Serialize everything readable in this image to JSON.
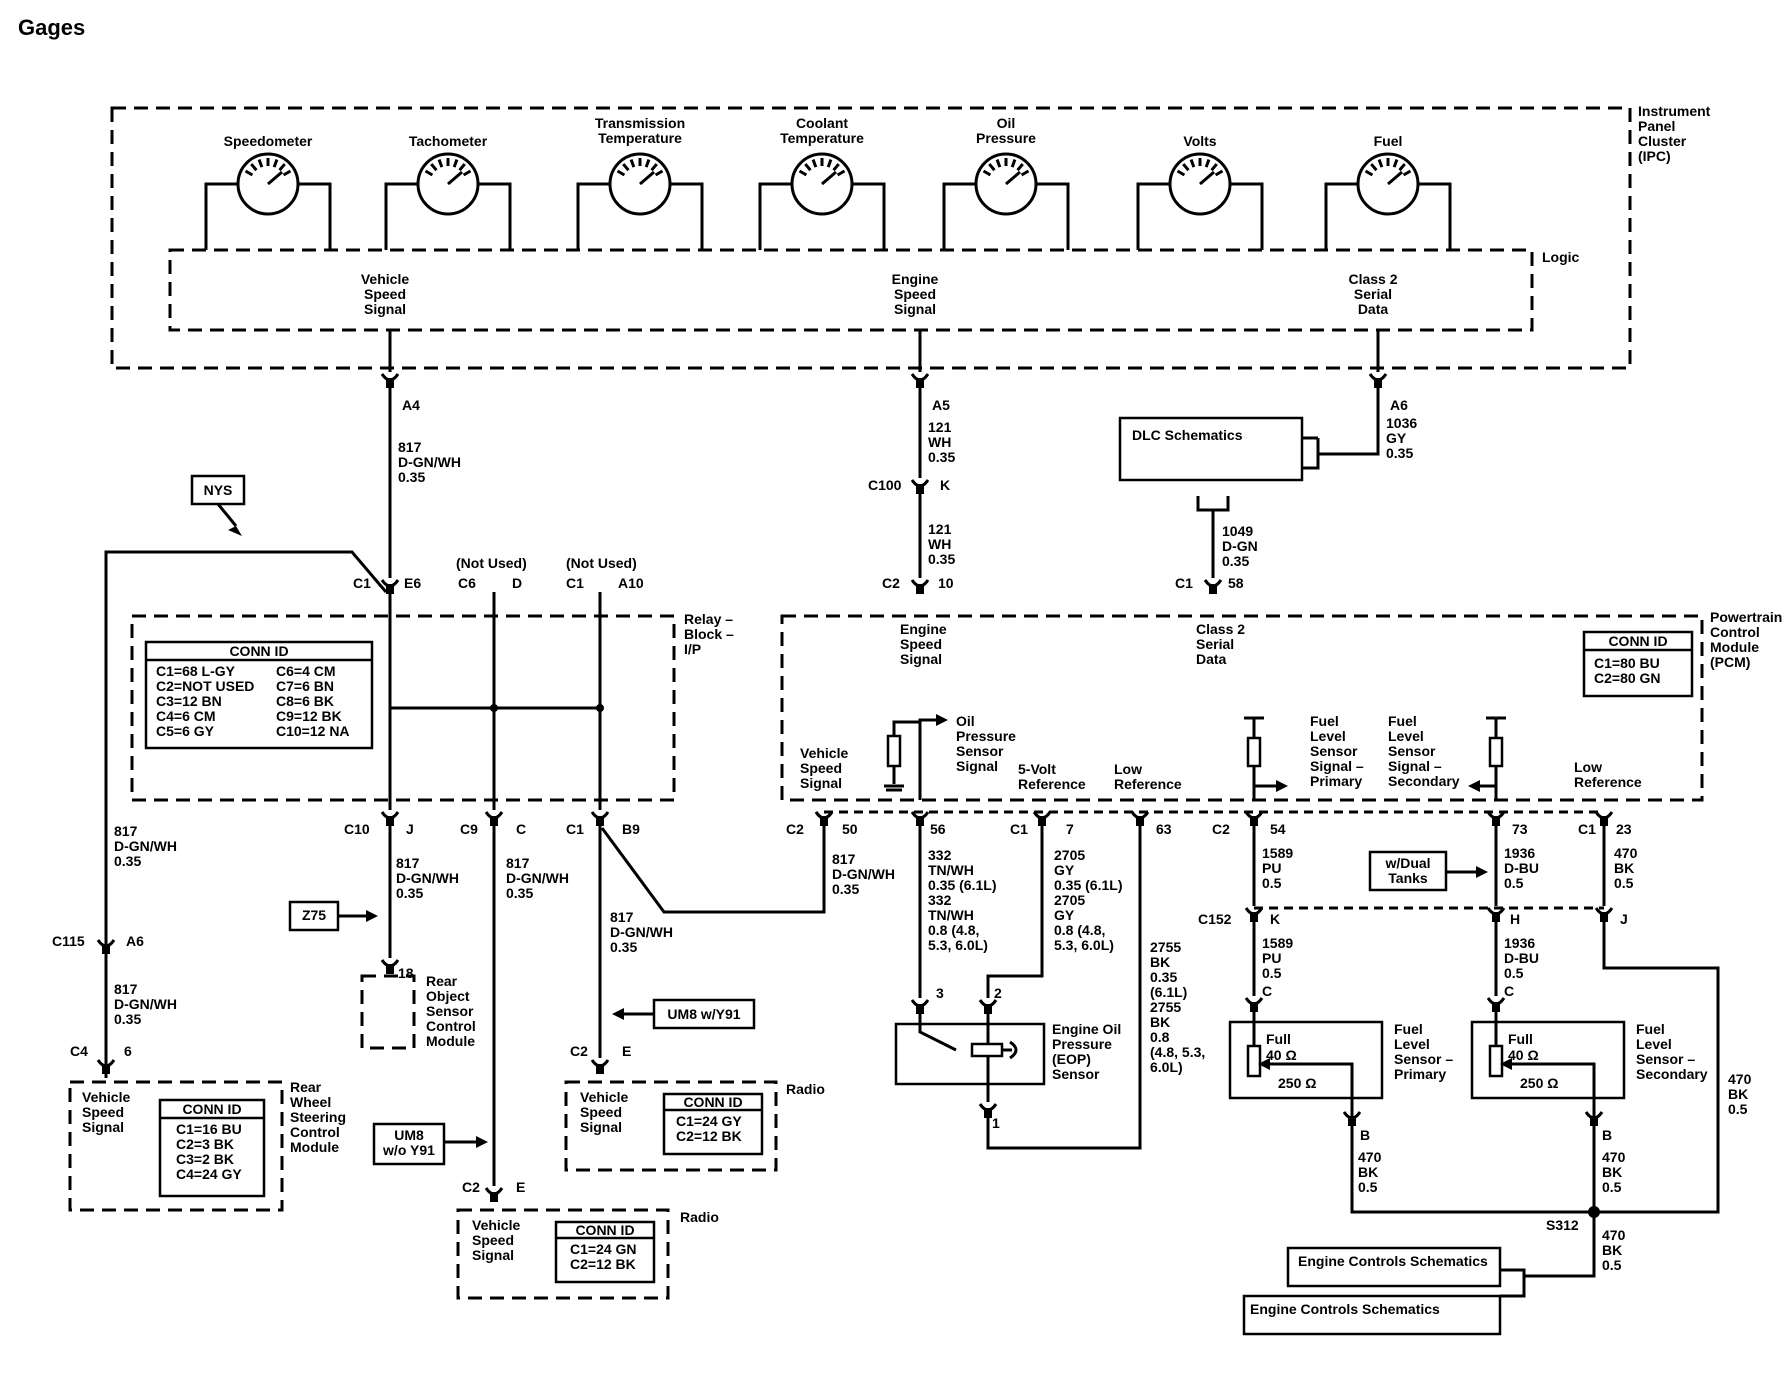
{
  "title": "Gages",
  "ipc": {
    "label": [
      "Instrument",
      "Panel",
      "Cluster",
      "(IPC)"
    ],
    "logic": "Logic",
    "gauges": [
      {
        "label": [
          "Speedometer"
        ]
      },
      {
        "label": [
          "Tachometer"
        ]
      },
      {
        "label": [
          "Transmission",
          "Temperature"
        ]
      },
      {
        "label": [
          "Coolant",
          "Temperature"
        ]
      },
      {
        "label": [
          "Oil",
          "Pressure"
        ]
      },
      {
        "label": [
          "Volts"
        ]
      },
      {
        "label": [
          "Fuel"
        ]
      }
    ],
    "signals": [
      [
        "Vehicle",
        "Speed",
        "Signal"
      ],
      [
        "Engine",
        "Speed",
        "Signal"
      ],
      [
        "Class 2",
        "Serial",
        "Data"
      ]
    ]
  },
  "ipc_pins": {
    "a4": "A4",
    "a5": "A5",
    "a6": "A6"
  },
  "wires": {
    "w817_a4": [
      "817",
      "D-GN/WH",
      "0.35"
    ],
    "w121_a5": [
      "121",
      "WH",
      "0.35"
    ],
    "w1036": [
      "1036",
      "GY",
      "0.35"
    ],
    "w121_k": [
      "121",
      "WH",
      "0.35"
    ],
    "w1049": [
      "1049",
      "D-GN",
      "0.35"
    ],
    "w817_left": [
      "817",
      "D-GN/WH",
      "0.35"
    ],
    "w817_left2": [
      "817",
      "D-GN/WH",
      "0.35"
    ],
    "w817_j": [
      "817",
      "D-GN/WH",
      "0.35"
    ],
    "w817_c9": [
      "817",
      "D-GN/WH",
      "0.35"
    ],
    "w817_b9": [
      "817",
      "D-GN/WH",
      "0.35"
    ],
    "w817_pcm": [
      "817",
      "D-GN/WH",
      "0.35"
    ],
    "w332": [
      "332",
      "TN/WH",
      "0.35 (6.1L)",
      "332",
      "TN/WH",
      "0.8 (4.8,",
      "5.3, 6.0L)"
    ],
    "w2705": [
      "2705",
      "GY",
      "0.35 (6.1L)",
      "2705",
      "GY",
      "0.8 (4.8,",
      "5.3, 6.0L)"
    ],
    "w2755": [
      "2755",
      "BK",
      "0.35",
      "(6.1L)",
      "2755",
      "BK",
      "0.8",
      "(4.8, 5.3,",
      "6.0L)"
    ],
    "w1589a": [
      "1589",
      "PU",
      "0.5"
    ],
    "w1589b": [
      "1589",
      "PU",
      "0.5"
    ],
    "w1936a": [
      "1936",
      "D-BU",
      "0.5"
    ],
    "w1936b": [
      "1936",
      "D-BU",
      "0.5"
    ],
    "w470a": [
      "470",
      "BK",
      "0.5"
    ],
    "w470b": [
      "470",
      "BK",
      "0.5"
    ],
    "w470c": [
      "470",
      "BK",
      "0.5"
    ],
    "w470d": [
      "470",
      "BK",
      "0.5"
    ],
    "w470e": [
      "470",
      "BK",
      "0.5"
    ]
  },
  "connectors": {
    "c100": "C100",
    "k": "K",
    "c2": "C2",
    "p10": "10",
    "c1": "C1",
    "p58": "58",
    "e6": "E6",
    "c6": "C6",
    "d": "D",
    "a10": "A10",
    "not_used": "(Not Used)",
    "c10": "C10",
    "j": "J",
    "c9": "C9",
    "c": "C",
    "b9": "B9",
    "c115": "C115",
    "a6": "A6",
    "c4": "C4",
    "p6": "6",
    "p18": "18",
    "e": "E",
    "p50": "50",
    "p56": "56",
    "p7": "7",
    "p63": "63",
    "p54": "54",
    "p73": "73",
    "p23": "23",
    "c152": "C152",
    "h": "H",
    "p3": "3",
    "p2": "2",
    "p1": "1",
    "b": "B",
    "s312": "S312"
  },
  "dlc": "DLC Schematics",
  "nys": "NYS",
  "z75": "Z75",
  "um8y91": "UM8 w/Y91",
  "um8woy91": [
    "UM8",
    "w/o Y91"
  ],
  "dual": [
    "w/Dual",
    "Tanks"
  ],
  "relay_block": {
    "label": [
      "Relay –",
      "Block –",
      "I/P"
    ],
    "conn_title": "CONN ID",
    "conn": [
      [
        "C1=68 L-GY",
        "C6=4 CM"
      ],
      [
        "C2=NOT USED",
        "C7=6 BN"
      ],
      [
        "C3=12 BN",
        "C8=6 BK"
      ],
      [
        "C4=6 CM",
        "C9=12 BK"
      ],
      [
        "C5=6 GY",
        "C10=12 NA"
      ]
    ]
  },
  "pcm": {
    "label": [
      "Powertrain",
      "Control",
      "Module",
      "(PCM)"
    ],
    "conn_title": "CONN ID",
    "conn": [
      "C1=80 BU",
      "C2=80 GN"
    ],
    "sig_engine": [
      "Engine",
      "Speed",
      "Signal"
    ],
    "sig_class2": [
      "Class 2",
      "Serial",
      "Data"
    ],
    "sig_vss": [
      "Vehicle",
      "Speed",
      "Signal"
    ],
    "sig_oil": [
      "Oil",
      "Pressure",
      "Sensor",
      "Signal"
    ],
    "sig_5v": [
      "5-Volt",
      "Reference"
    ],
    "sig_low": [
      "Low",
      "Reference"
    ],
    "sig_fuel1": [
      "Fuel",
      "Level",
      "Sensor",
      "Signal –",
      "Primary"
    ],
    "sig_fuel2": [
      "Fuel",
      "Level",
      "Sensor",
      "Signal –",
      "Secondary"
    ],
    "sig_low2": [
      "Low",
      "Reference"
    ]
  },
  "rear_obj": [
    "Rear",
    "Object",
    "Sensor",
    "Control",
    "Module"
  ],
  "rwsc": {
    "label": [
      "Rear",
      "Wheel",
      "Steering",
      "Control",
      "Module"
    ],
    "signal": [
      "Vehicle",
      "Speed",
      "Signal"
    ],
    "conn_title": "CONN ID",
    "conn": [
      "C1=16 BU",
      "C2=3 BK",
      "C3=2 BK",
      "C4=24 GY"
    ]
  },
  "radio1": {
    "label": "Radio",
    "signal": [
      "Vehicle",
      "Speed",
      "Signal"
    ],
    "conn_title": "CONN ID",
    "conn": [
      "C1=24 GY",
      "C2=12 BK"
    ]
  },
  "radio2": {
    "label": "Radio",
    "signal": [
      "Vehicle",
      "Speed",
      "Signal"
    ],
    "conn_title": "CONN ID",
    "conn": [
      "C1=24 GN",
      "C2=12 BK"
    ]
  },
  "eop": [
    "Engine Oil",
    "Pressure",
    "(EOP)",
    "Sensor"
  ],
  "fls1": {
    "label": [
      "Fuel",
      "Level",
      "Sensor –",
      "Primary"
    ],
    "full": "Full",
    "r1": "40 Ω",
    "r2": "250 Ω"
  },
  "fls2": {
    "label": [
      "Fuel",
      "Level",
      "Sensor –",
      "Secondary"
    ],
    "full": "Full",
    "r1": "40 Ω",
    "r2": "250 Ω"
  },
  "ecs1": "Engine Controls Schematics",
  "ecs2": "Engine Controls Schematics"
}
